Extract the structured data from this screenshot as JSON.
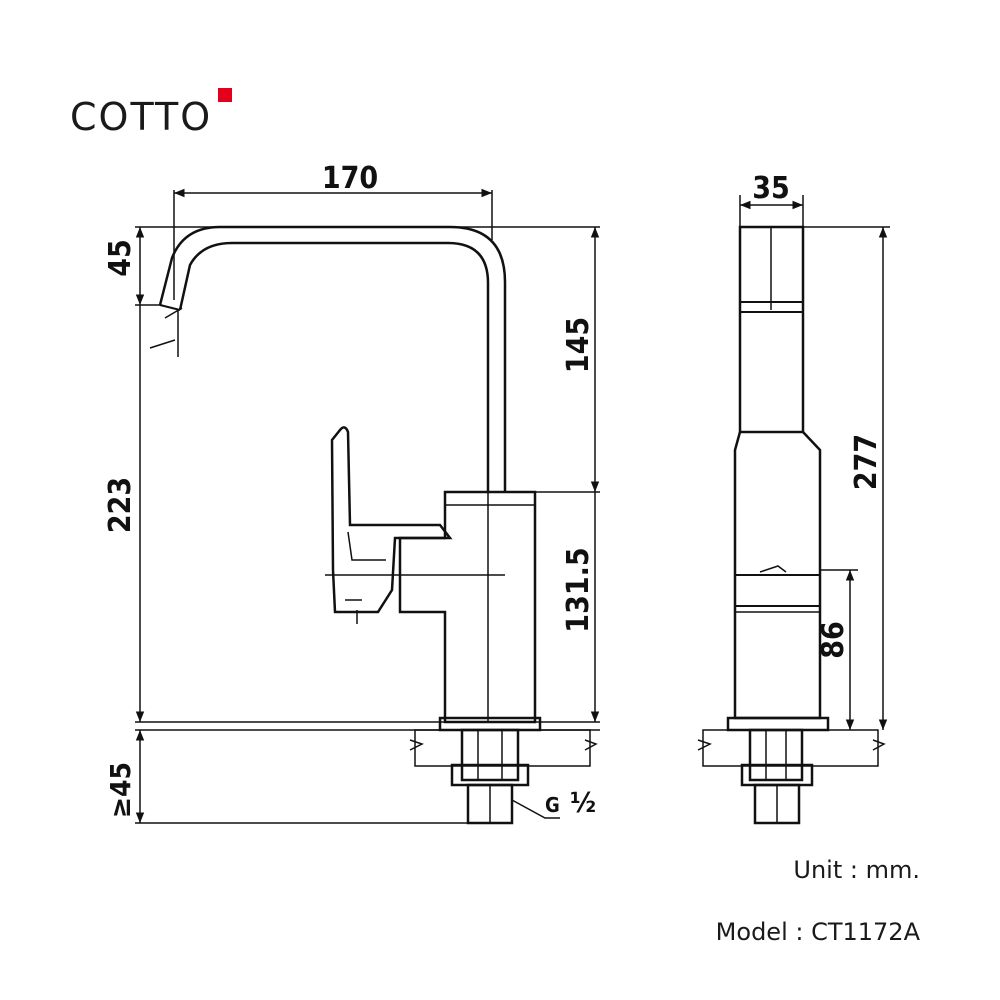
{
  "brand": {
    "name": "COTTO",
    "accent_color": "#e3001b"
  },
  "dimensions": {
    "spout_reach": "170",
    "spout_drop": "45",
    "spout_height": "145",
    "total_height_front": "223",
    "body_height": "131.5",
    "deck_thickness": "≥45",
    "thread": "G",
    "thread_size": "½",
    "side_width": "35",
    "total_height_side": "277",
    "side_lower_height": "86"
  },
  "footer": {
    "unit": "Unit : mm.",
    "model": "Model : CT1172A"
  }
}
